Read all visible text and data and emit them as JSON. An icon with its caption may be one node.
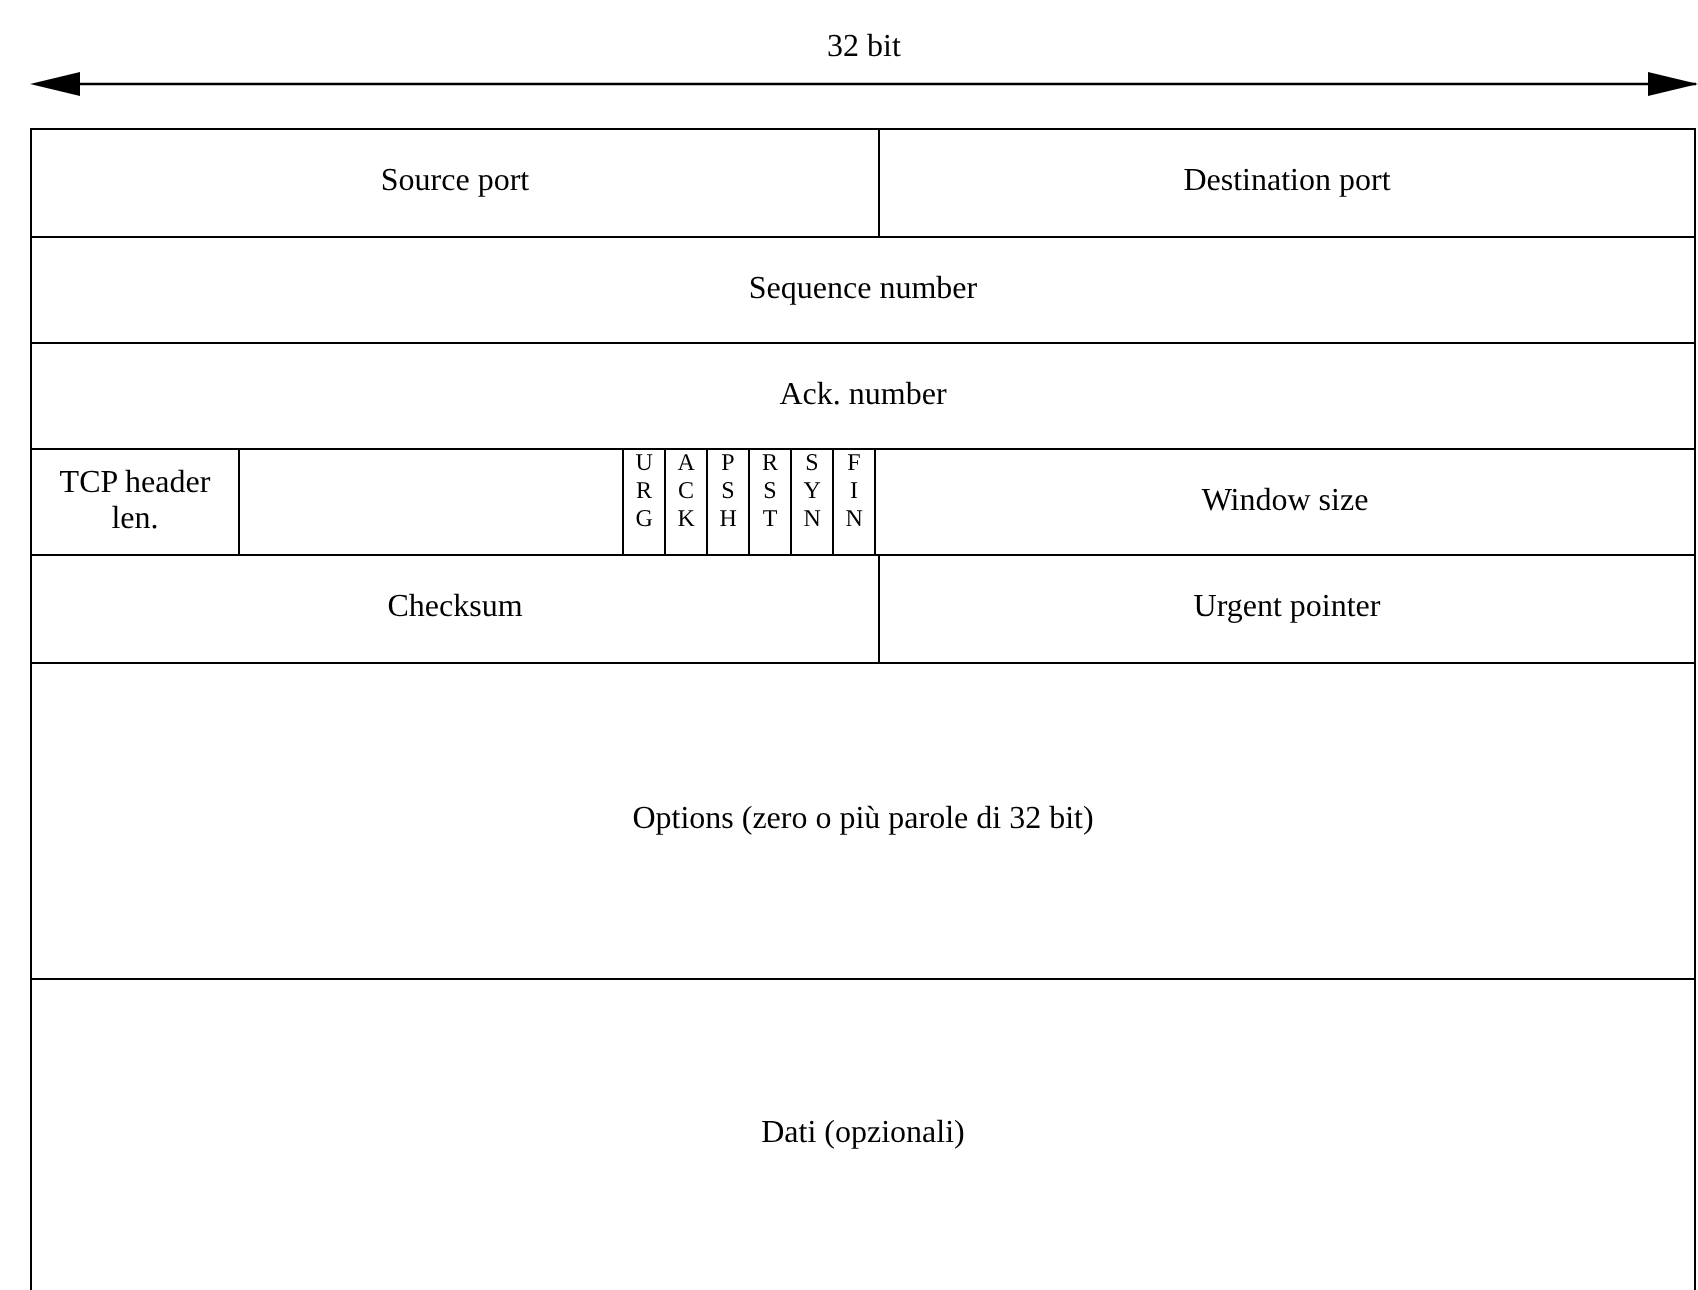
{
  "diagram": {
    "nodes": [
      {
        "text": [
          "Source port"
        ]
      },
      {
        "text": [
          "Destination port"
        ]
      },
      {
        "text": [
          "Sequence number"
        ]
      },
      {
        "text": [
          "Ack. number"
        ]
      },
      {
        "text": [
          "TCP header len."
        ]
      },
      {
        "text": [],
        "shape": "box"
      },
      {
        "text": [
          "URG"
        ]
      },
      {
        "text": [
          "ACK"
        ]
      },
      {
        "text": [
          "PSH"
        ]
      },
      {
        "text": [
          "RST"
        ]
      },
      {
        "text": [
          "SYN"
        ]
      },
      {
        "text": [
          "FIN"
        ]
      },
      {
        "text": [
          "Window size"
        ]
      },
      {
        "text": [
          "Checksum"
        ]
      },
      {
        "text": [
          "Urgent pointer"
        ]
      },
      {
        "text": [
          "Options (zero o più parole di 32 bit)"
        ]
      },
      {
        "text": [
          "Dati (opzionali)"
        ]
      }
    ],
    "labels": [
      "32 bit"
    ]
  }
}
